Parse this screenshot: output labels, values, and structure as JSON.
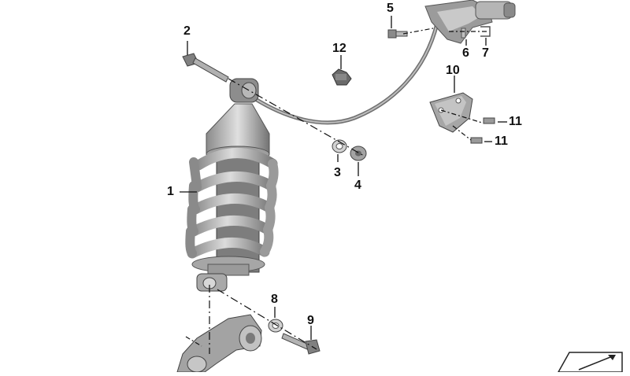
{
  "diagram": {
    "callouts": {
      "c1": "1",
      "c2": "2",
      "c3": "3",
      "c4": "4",
      "c5": "5",
      "c6": "6",
      "c7": "7",
      "c8": "8",
      "c9": "9",
      "c10": "10",
      "c11a": "11",
      "c11b": "11",
      "c12": "12"
    },
    "colors": {
      "metal_light": "#d7d7d7",
      "metal_mid": "#a9a9a9",
      "metal_dark": "#6a6a6a",
      "line": "#222222",
      "cable": "#8f8f8f"
    },
    "icons": [
      "shock-absorber-icon",
      "bolt-icon",
      "washer-icon",
      "nut-icon",
      "clip-icon",
      "bracket-icon",
      "screw-icon",
      "lower-mount-icon",
      "sensor-icon",
      "exploded-view-corner-icon"
    ]
  }
}
